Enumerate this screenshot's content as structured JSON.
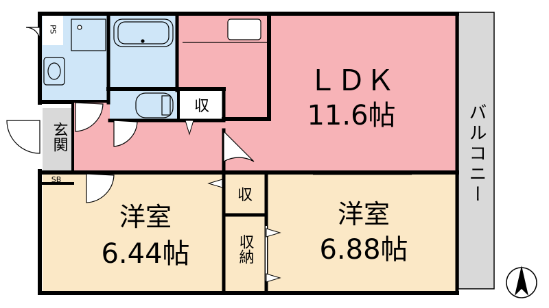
{
  "rooms": {
    "ldk": {
      "name": "ＬＤＫ",
      "size": "11.6帖"
    },
    "western1": {
      "name": "洋室",
      "size": "6.44帖"
    },
    "western2": {
      "name": "洋室",
      "size": "6.88帖"
    }
  },
  "labels": {
    "entrance": "玄関",
    "storage_top": "収",
    "storage_mid": "収",
    "storage_closet": "収納",
    "balcony": "バルコニー",
    "ps": "PS",
    "sb": "SB"
  },
  "colors": {
    "ldk": "#f7b3b7",
    "western": "#fbe8c6",
    "wet_area": "#cfe6f8",
    "balcony": "#d9d9d9",
    "wall": "#000000"
  },
  "icons": {
    "compass": "north-arrow-icon"
  }
}
